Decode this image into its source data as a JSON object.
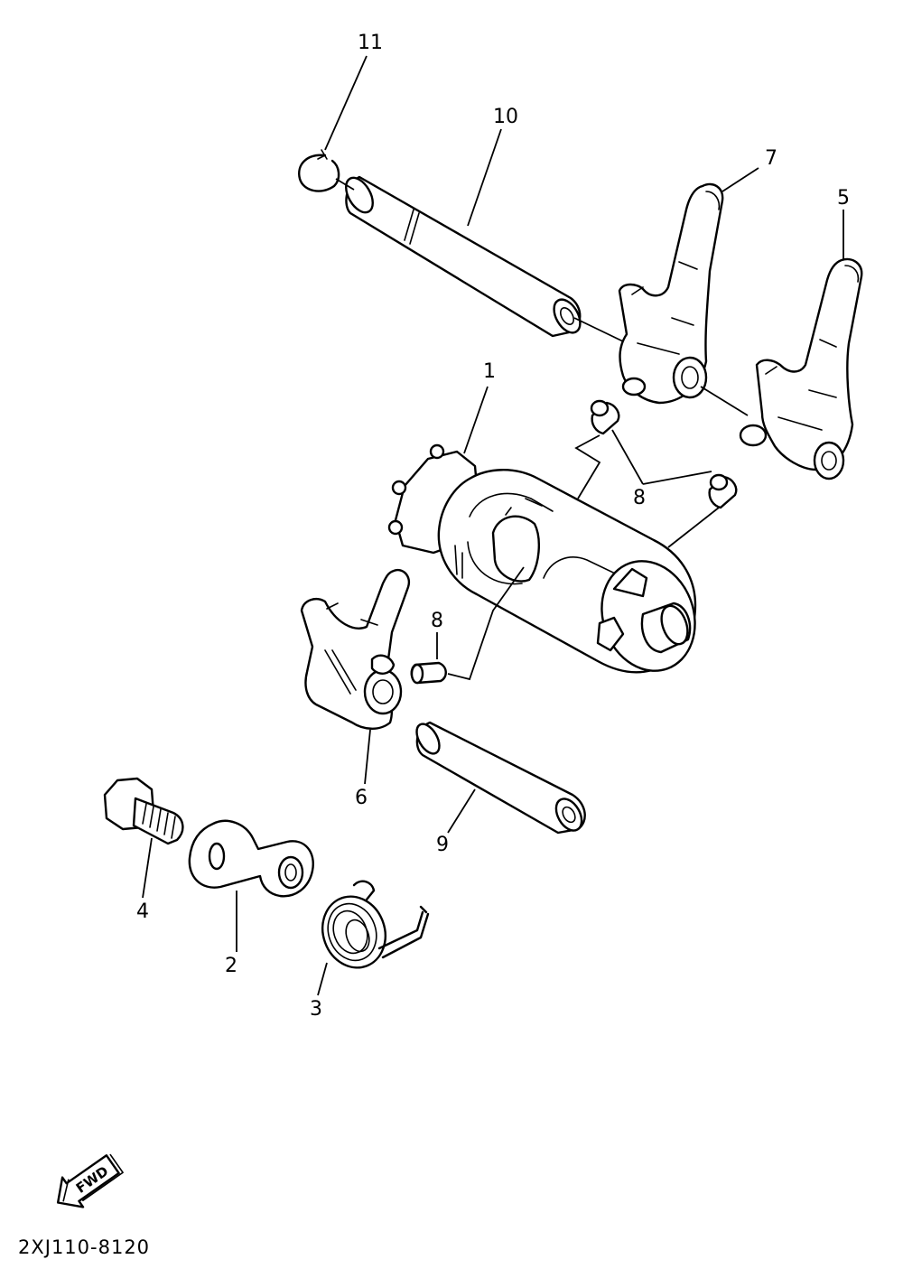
{
  "callouts": {
    "c1": "1",
    "c2": "2",
    "c3": "3",
    "c4": "4",
    "c5": "5",
    "c6": "6",
    "c7": "7",
    "c8a": "8",
    "c8b": "8",
    "c9": "9",
    "c10": "10",
    "c11": "11"
  },
  "fwd_label": "FWD",
  "diagram_code": "2XJ110-8120"
}
